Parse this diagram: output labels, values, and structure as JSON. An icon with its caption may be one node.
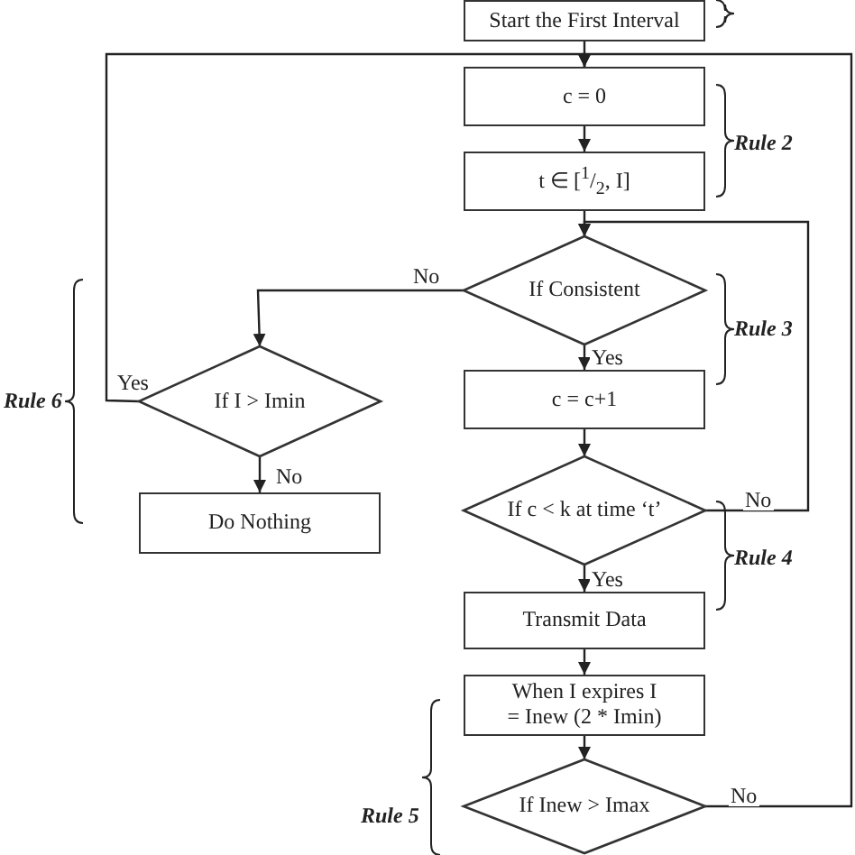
{
  "diagram": {
    "nodes": [
      {
        "text": [
          "Start the First Interval"
        ]
      },
      {
        "text": [
          "c = 0"
        ]
      },
      {
        "text": [
          "t ∈ [$^{1}$/$_{2}$, I]"
        ]
      },
      {
        "text": [
          "If Consistent"
        ]
      },
      {
        "text": [
          "c = c+1"
        ]
      },
      {
        "text": [
          "If c < k at time ‘t’"
        ]
      },
      {
        "text": [
          "Transmit Data"
        ]
      },
      {
        "text": [
          "When I expires I = Inew (2 * Imin)"
        ]
      },
      {
        "text": [
          "If Inew > Imax"
        ]
      },
      {
        "text": [
          "If I > Imin"
        ]
      },
      {
        "text": [
          "Do Nothing"
        ]
      }
    ],
    "edges": [
      {
        "from": 0,
        "to": 1,
        "arrow": "to"
      },
      {
        "from": 1,
        "to": 2,
        "arrow": "to"
      },
      {
        "from": 2,
        "to": 3,
        "arrow": "to"
      },
      {
        "from": 3,
        "to": 4,
        "arrow": "to",
        "label": "Yes"
      },
      {
        "from": 3,
        "to": 9,
        "arrow": "to",
        "label": "No"
      },
      {
        "from": 4,
        "to": 5,
        "arrow": "to"
      },
      {
        "from": 5,
        "to": 6,
        "arrow": "to",
        "label": "Yes"
      },
      {
        "from": 5,
        "to": 3,
        "arrow": "to",
        "label": "No"
      },
      {
        "from": 6,
        "to": 7,
        "arrow": "to"
      },
      {
        "from": 7,
        "to": 8,
        "arrow": "to"
      },
      {
        "from": 8,
        "to": 1,
        "arrow": "to",
        "label": "No"
      },
      {
        "from": 9,
        "to": 1,
        "arrow": "to",
        "label": "Yes"
      },
      {
        "from": 9,
        "to": 10,
        "arrow": "to",
        "label": "No"
      }
    ],
    "labels": [
      "Rule 2",
      "Rule 3",
      "Rule 6",
      "Rule 4",
      "Rule 5"
    ]
  }
}
